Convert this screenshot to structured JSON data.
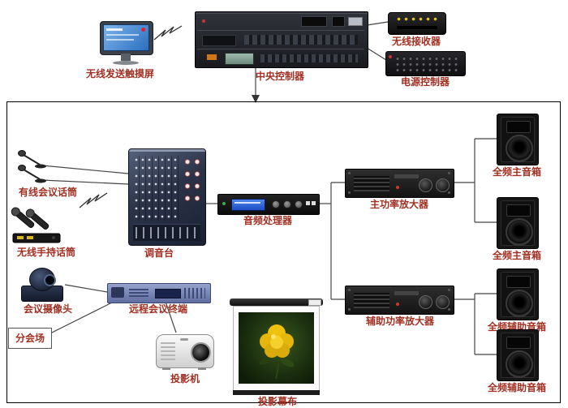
{
  "colors": {
    "label_text": "#a13023",
    "line": "#444444",
    "background": "#ffffff",
    "boundary_border": "#000000",
    "led_yellow": "#e6c31f",
    "display_blue": "#1d4dc4",
    "rose_yellow": "#efc20f"
  },
  "nodes": {
    "touchscreen": {
      "label": "无线发送触摸屏"
    },
    "central_controller": {
      "label": "中央控制器"
    },
    "wireless_receiver": {
      "label": "无线接收器"
    },
    "power_controller": {
      "label": "电源控制器"
    },
    "wired_mic": {
      "label": "有线会议话筒"
    },
    "wireless_mic": {
      "label": "无线手持话筒"
    },
    "camera": {
      "label": "会议摄像头"
    },
    "branch_venue": {
      "label": "分会场"
    },
    "mixer": {
      "label": "调音台"
    },
    "audio_processor": {
      "label": "音频处理器"
    },
    "remote_terminal": {
      "label": "远程会议终端"
    },
    "projector": {
      "label": "投影机"
    },
    "projection_screen": {
      "label": "投影幕布"
    },
    "main_amplifier": {
      "label": "主功率放大器"
    },
    "aux_amplifier": {
      "label": "辅助功率放大器"
    },
    "main_speaker_1": {
      "label": "全频主音箱"
    },
    "main_speaker_2": {
      "label": "全频主音箱"
    },
    "aux_speaker_1": {
      "label": "全频辅助音箱"
    },
    "aux_speaker_2": {
      "label": "全频辅助音箱"
    }
  },
  "edges": [
    {
      "from": "touchscreen",
      "to": "central_controller",
      "link": "wireless"
    },
    {
      "from": "central_controller",
      "to": "wireless_receiver",
      "link": "cable"
    },
    {
      "from": "central_controller",
      "to": "power_controller",
      "link": "cable"
    },
    {
      "from": "central_controller",
      "to": "conference_system",
      "link": "arrow"
    },
    {
      "from": "wired_mic",
      "to": "mixer",
      "link": "cable"
    },
    {
      "from": "wireless_mic",
      "to": "mixer",
      "link": "wireless"
    },
    {
      "from": "mixer",
      "to": "audio_processor",
      "link": "cable"
    },
    {
      "from": "audio_processor",
      "to": "main_amplifier",
      "link": "cable"
    },
    {
      "from": "audio_processor",
      "to": "aux_amplifier",
      "link": "cable"
    },
    {
      "from": "main_amplifier",
      "to": "main_speaker_1",
      "link": "cable"
    },
    {
      "from": "main_amplifier",
      "to": "main_speaker_2",
      "link": "cable"
    },
    {
      "from": "aux_amplifier",
      "to": "aux_speaker_1",
      "link": "cable"
    },
    {
      "from": "aux_amplifier",
      "to": "aux_speaker_2",
      "link": "cable"
    },
    {
      "from": "camera",
      "to": "remote_terminal",
      "link": "cable"
    },
    {
      "from": "branch_venue",
      "to": "remote_terminal",
      "link": "cable"
    },
    {
      "from": "remote_terminal",
      "to": "projector",
      "link": "cable"
    }
  ]
}
